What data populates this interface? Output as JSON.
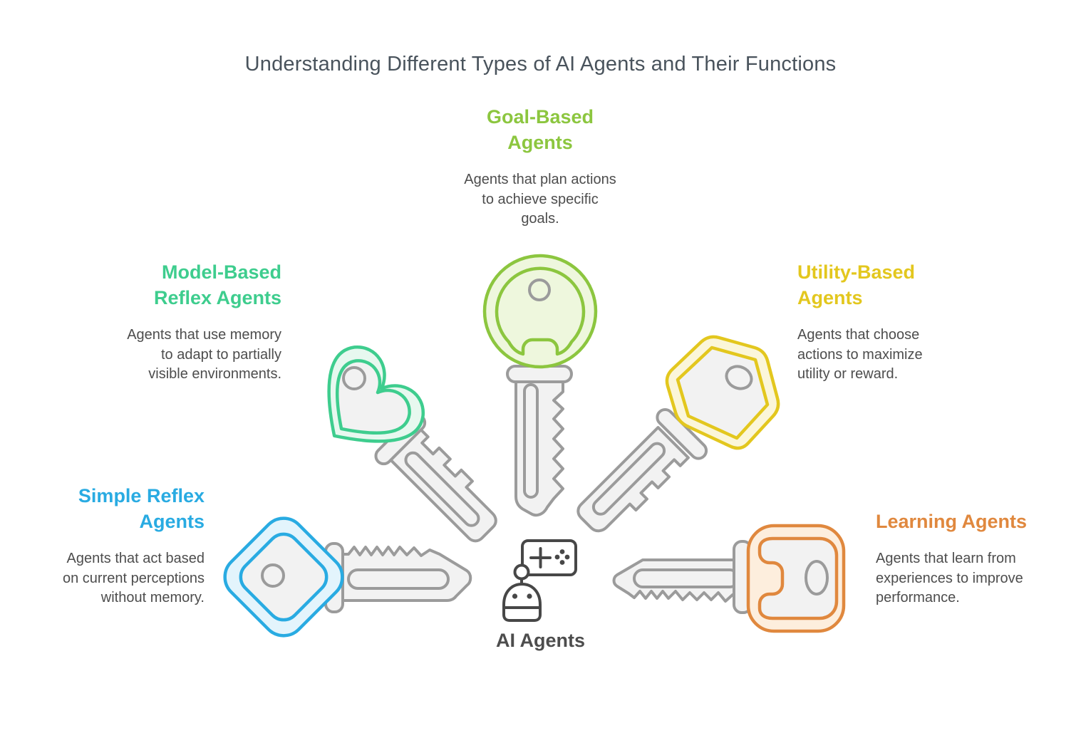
{
  "title": "Understanding Different Types of AI Agents and Their Functions",
  "center": {
    "label": "AI Agents",
    "icon": "robot-gamepad-icon"
  },
  "colors": {
    "title_text": "#49535c",
    "body_text": "#4d4d4d",
    "key_metal_stroke": "#9b9b9b",
    "key_metal_fill": "#f2f2f2",
    "robot_stroke": "#474747"
  },
  "agents": [
    {
      "id": "goal-based",
      "heading": "Goal-Based\nAgents",
      "description": "Agents that plan actions\nto achieve specific\ngoals.",
      "color": "#8cc63f",
      "key_fill": "#eef7dd",
      "key_head_shape": "round",
      "position": "top-center"
    },
    {
      "id": "model-based-reflex",
      "heading": "Model-Based\nReflex Agents",
      "description": "Agents that use memory\nto adapt to partially\nvisible environments.",
      "color": "#3ecd8e",
      "key_fill": "#e7f8ef",
      "key_head_shape": "heart",
      "position": "upper-left"
    },
    {
      "id": "simple-reflex",
      "heading": "Simple Reflex\nAgents",
      "description": "Agents that act based\non current perceptions\nwithout memory.",
      "color": "#29abe2",
      "key_fill": "#e3f4fc",
      "key_head_shape": "diamond",
      "position": "lower-left"
    },
    {
      "id": "utility-based",
      "heading": "Utility-Based\nAgents",
      "description": "Agents that choose\nactions to maximize\nutility or reward.",
      "color": "#e3c71e",
      "key_fill": "#fbf6d9",
      "key_head_shape": "hexagon",
      "position": "upper-right"
    },
    {
      "id": "learning",
      "heading": "Learning Agents",
      "description": "Agents that learn from\nexperiences to improve\nperformance.",
      "color": "#e0883e",
      "key_fill": "#fdeedd",
      "key_head_shape": "rounded-square",
      "position": "lower-right"
    }
  ]
}
